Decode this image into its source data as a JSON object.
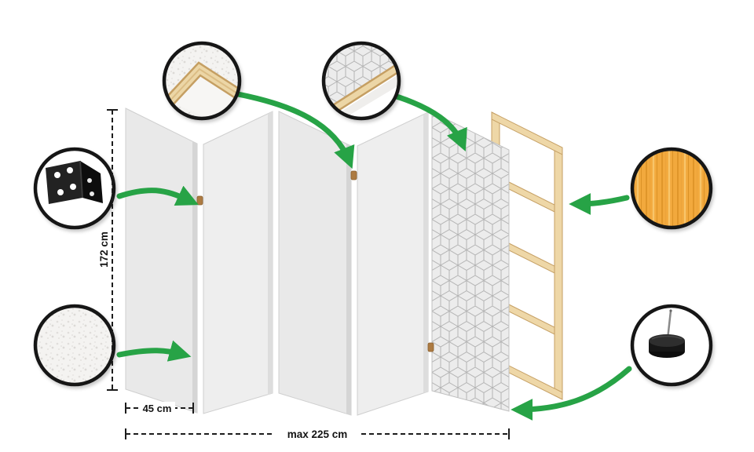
{
  "diagram": {
    "name": "Room divider construction diagram",
    "product": "5-panel folding screen with wooden inner frame",
    "dimension_labels": {
      "height": "172 cm",
      "panel_width": "45 cm",
      "max_total_width": "max 225 cm"
    },
    "colors": {
      "background": "#ffffff",
      "arrow_green": "#27a346",
      "dimension_line": "#1c1c1c",
      "panel_light": "#ededed",
      "panel_mid": "#e4e4e4",
      "panel_edge": "#d5d5d5",
      "pattern_line": "#b4b4b4",
      "frame_wood": "#eed7a7",
      "frame_wood_edge": "#c59f63",
      "wood_texture": "#f2a93c",
      "wood_grain": "#db9226",
      "hinge_dot": "#ad7b42",
      "callout_border": "#141414",
      "hinge_black": "#1f1f1f",
      "fleece": "#f4f3f1"
    },
    "callouts": [
      {
        "id": "frame-corner",
        "icon": "frame-corner-icon",
        "meaning": "frame corner detail"
      },
      {
        "id": "pattern-corner",
        "icon": "pattern-corner-icon",
        "meaning": "pattern corner detail"
      },
      {
        "id": "hinge",
        "icon": "hinge-icon",
        "meaning": "panel hinge"
      },
      {
        "id": "fleece",
        "icon": "fleece-texture-icon",
        "meaning": "fleece texture"
      },
      {
        "id": "wood",
        "icon": "wood-texture-icon",
        "meaning": "natural wood texture"
      },
      {
        "id": "foot",
        "icon": "foot-icon",
        "meaning": "stabilizing foot"
      }
    ]
  }
}
